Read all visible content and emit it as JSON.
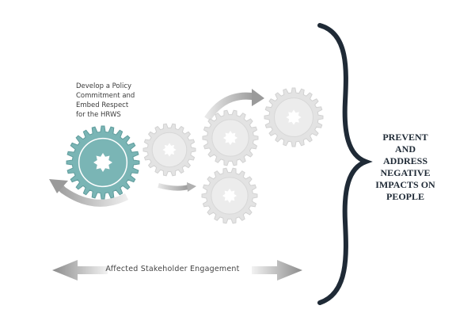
{
  "policy_step": {
    "label": "Develop a Policy\nCommitment and\nEmbed Respect\nfor the HRWS"
  },
  "engagement": {
    "label": "Affected Stakeholder Engagement"
  },
  "outcome": {
    "label": "PREVENT\nAND\nADDRESS\nNEGATIVE\nIMPACTS ON\nPEOPLE"
  },
  "colors": {
    "primary_gear": "#7ab5b5",
    "secondary_gear": "#e3e3e3",
    "brace": "#1f2a36",
    "arrow": "#9a9a9a"
  }
}
